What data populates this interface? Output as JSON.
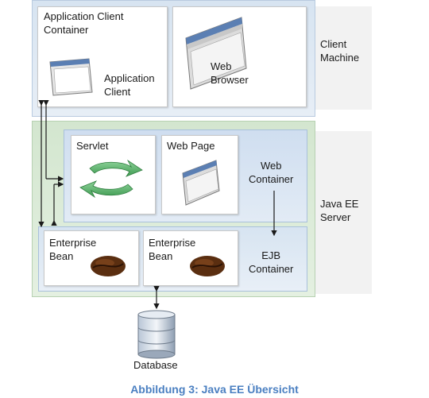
{
  "tiers": {
    "client_machine": "Client\nMachine",
    "java_ee_server": "Java EE\nServer"
  },
  "client": {
    "app_client_container": "Application Client\nContainer",
    "application_client": "Application\nClient",
    "web_browser": "Web\nBrowser"
  },
  "web_container": {
    "label": "Web\nContainer",
    "servlet": "Servlet",
    "web_page": "Web Page"
  },
  "ejb_container": {
    "label": "EJB\nContainer",
    "bean_1": "Enterprise\nBean",
    "bean_2": "Enterprise\nBean"
  },
  "database": "Database",
  "caption": "Abbildung 3: Java EE Übersicht",
  "colors": {
    "caption": "#4a7fc1",
    "client_panel": "#d7e4f1",
    "server_panel": "#d3e6cf",
    "arrow": "#1a1a1a"
  }
}
